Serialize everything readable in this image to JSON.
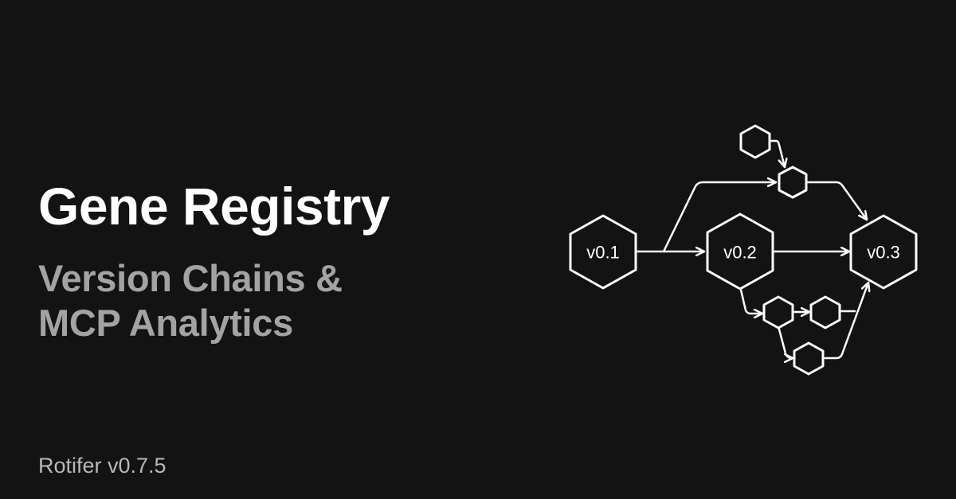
{
  "hero": {
    "title": "Gene Registry",
    "subtitle_line1": "Version Chains &",
    "subtitle_line2": "MCP Analytics",
    "footer": "Rotifer v0.7.5"
  },
  "diagram": {
    "nodes": [
      {
        "id": "v01",
        "label": "v0.1",
        "size": "large"
      },
      {
        "id": "v02",
        "label": "v0.2",
        "size": "large"
      },
      {
        "id": "v03",
        "label": "v0.3",
        "size": "large"
      },
      {
        "id": "top-a",
        "label": "",
        "size": "small"
      },
      {
        "id": "top-b",
        "label": "",
        "size": "small"
      },
      {
        "id": "bot-c",
        "label": "",
        "size": "small"
      },
      {
        "id": "bot-d",
        "label": "",
        "size": "small"
      },
      {
        "id": "bot-e",
        "label": "",
        "size": "small"
      }
    ],
    "edges": [
      [
        "v01",
        "v02"
      ],
      [
        "v01",
        "top-b"
      ],
      [
        "top-a",
        "top-b"
      ],
      [
        "top-b",
        "v03"
      ],
      [
        "v02",
        "v03"
      ],
      [
        "v02",
        "bot-c"
      ],
      [
        "bot-c",
        "bot-d"
      ],
      [
        "bot-c",
        "bot-e"
      ],
      [
        "bot-d",
        "v03"
      ],
      [
        "bot-e",
        "v03"
      ]
    ]
  },
  "colors": {
    "background": "#131313",
    "title": "#ffffff",
    "subtitle": "#a3a3a3",
    "footer": "#b8b8b8",
    "diagram_stroke": "#ffffff"
  }
}
